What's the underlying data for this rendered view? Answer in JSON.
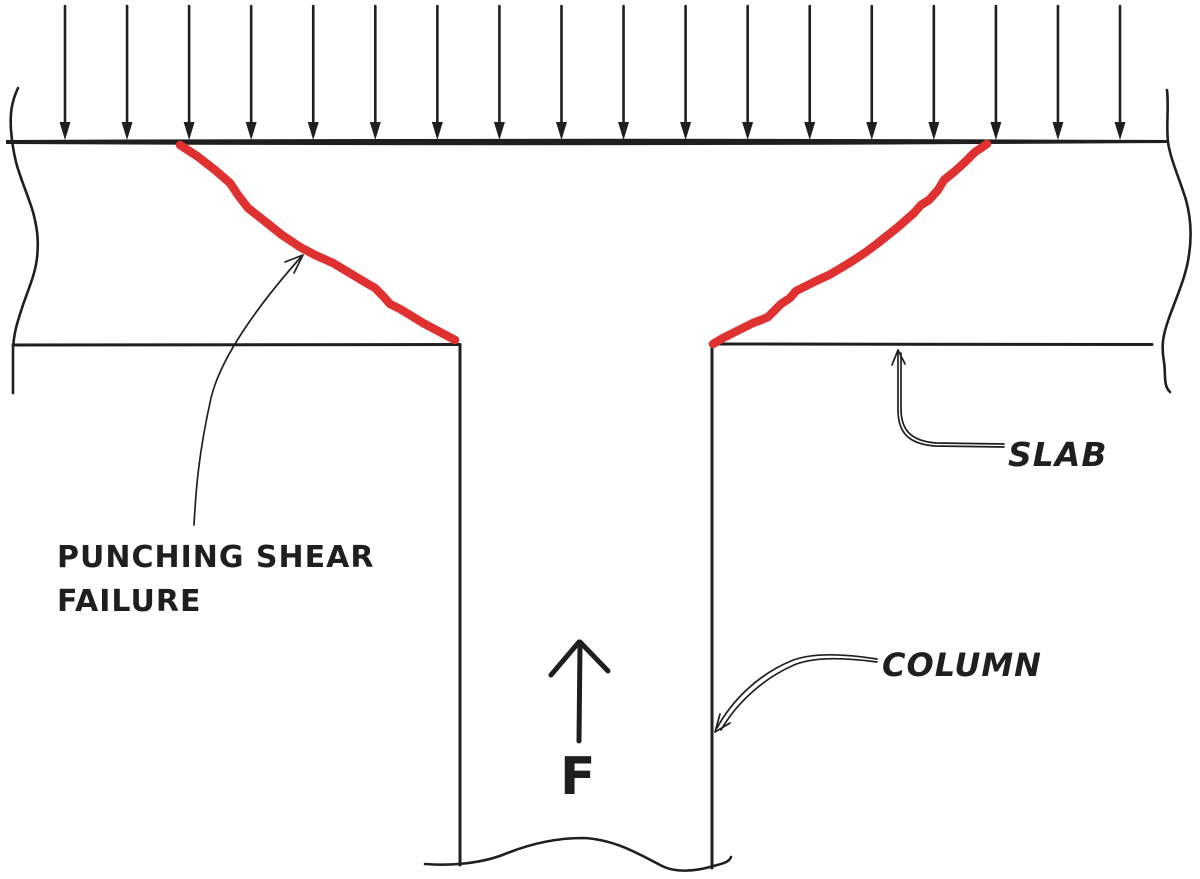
{
  "diagram": {
    "load": {
      "arrow_count": 18
    },
    "labels": {
      "failure_line1": "PUNCHING SHEAR",
      "failure_line2": "FAILURE",
      "slab": "SLAB",
      "column": "COLUMN",
      "force": "F"
    },
    "colors": {
      "ink": "#1f1f1f",
      "crack": "#e03131",
      "background": "#ffffff"
    }
  }
}
